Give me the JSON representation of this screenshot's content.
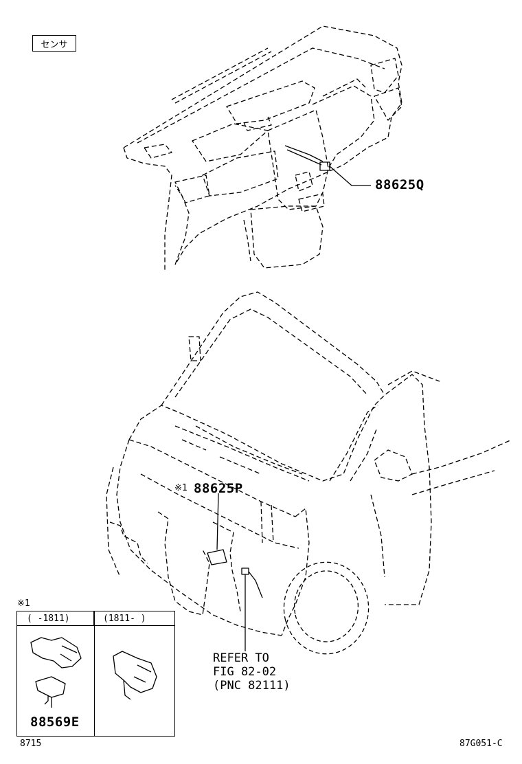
{
  "tag": "センサ",
  "parts": {
    "top_sensor": "88625Q",
    "front_sensor": "88625P",
    "front_sensor_note": "※1",
    "clip": "88569E"
  },
  "refer": {
    "line1": "REFER TO",
    "line2": "FIG 82-02",
    "line3": "(PNC 82111)"
  },
  "variants": {
    "note": "※1",
    "col1": "(     -1811)",
    "col2": "(1811-     )"
  },
  "footer": {
    "left": "8715",
    "right": "87G051-C"
  }
}
